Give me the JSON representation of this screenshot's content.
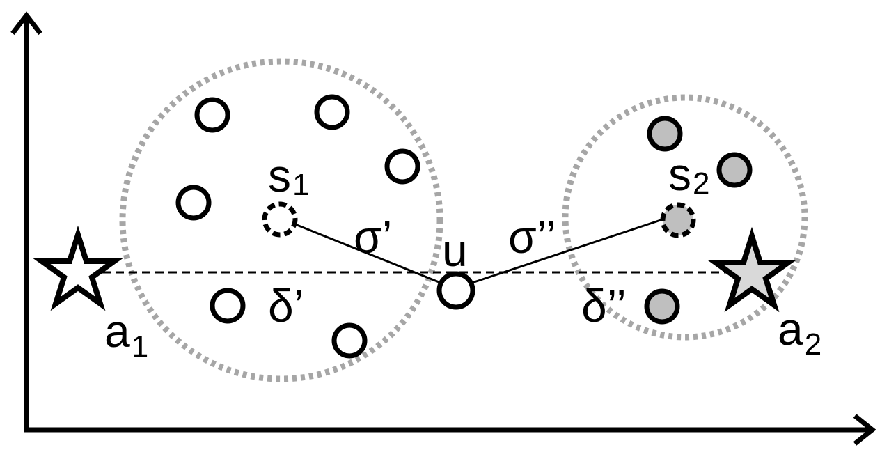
{
  "colors": {
    "ink": "#000000",
    "cluster_ring": "#a6a6a6",
    "grey_fill": "#bfbfbf",
    "star_a2_fill": "#d9d9d9",
    "white": "#ffffff"
  },
  "labels": {
    "s1": {
      "main": "s",
      "sub": "1"
    },
    "s2": {
      "main": "s",
      "sub": "2"
    },
    "a1": {
      "main": "a",
      "sub": "1"
    },
    "a2": {
      "main": "a",
      "sub": "2"
    },
    "u": "u",
    "sigma_prime": "σ’",
    "sigma_double": "σ’’",
    "delta_prime": "δ’",
    "delta_double": "δ’’"
  }
}
